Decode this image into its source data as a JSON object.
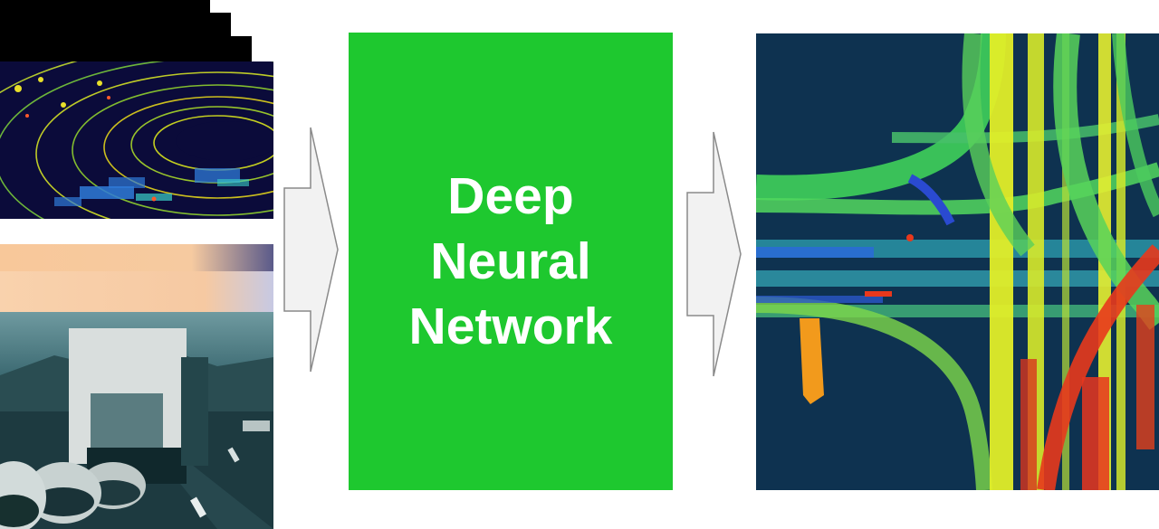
{
  "diagram": {
    "center_block": {
      "lines": [
        "Deep",
        "Neural",
        "Network"
      ],
      "color": "#1ec82f",
      "text_color": "#ffffff"
    },
    "arrow_color": "#f2f2f2",
    "arrow_stroke": "#8a8a8a",
    "inputs": {
      "lidar_icon": "lidar-point-cloud-image",
      "camera_icon": "camera-road-image"
    },
    "output": {
      "icon": "segmented-point-cloud-image",
      "background": "#0e3250"
    }
  }
}
